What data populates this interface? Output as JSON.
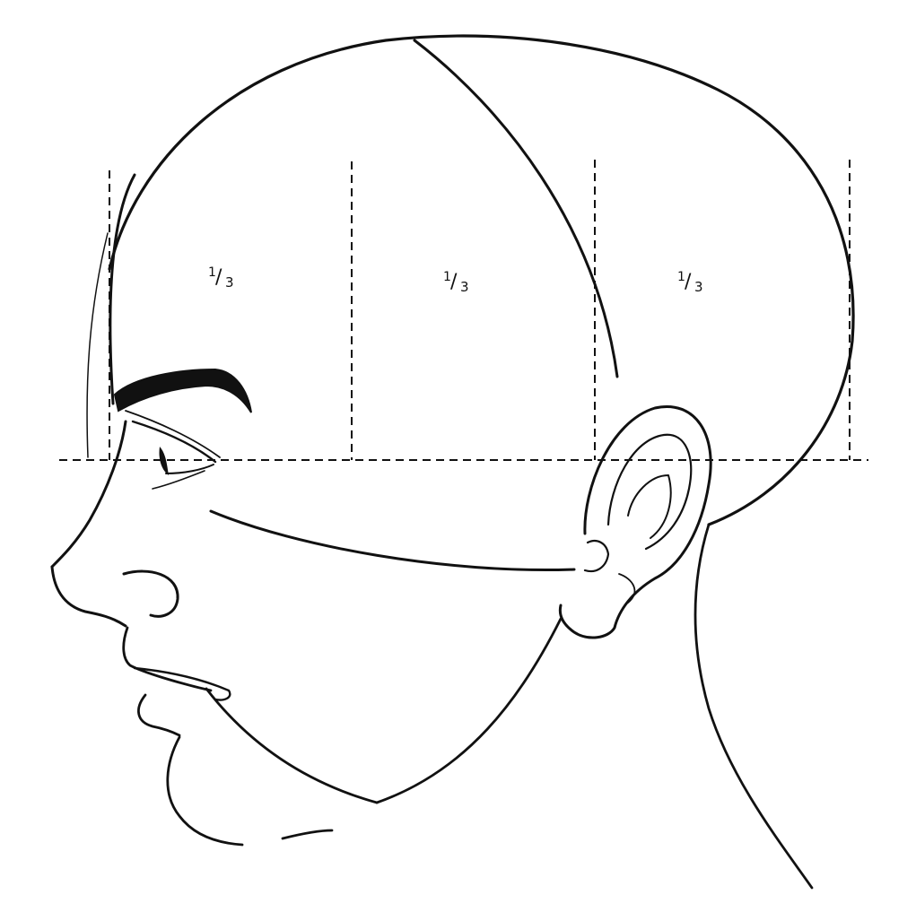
{
  "diagram": {
    "proportion_labels": [
      {
        "numerator": "1",
        "slash": "/",
        "denominator": "3"
      },
      {
        "numerator": "1",
        "slash": "/",
        "denominator": "3"
      },
      {
        "numerator": "1",
        "slash": "/",
        "denominator": "3"
      }
    ],
    "colors": {
      "ink": "#111111",
      "paper": "#ffffff"
    }
  }
}
